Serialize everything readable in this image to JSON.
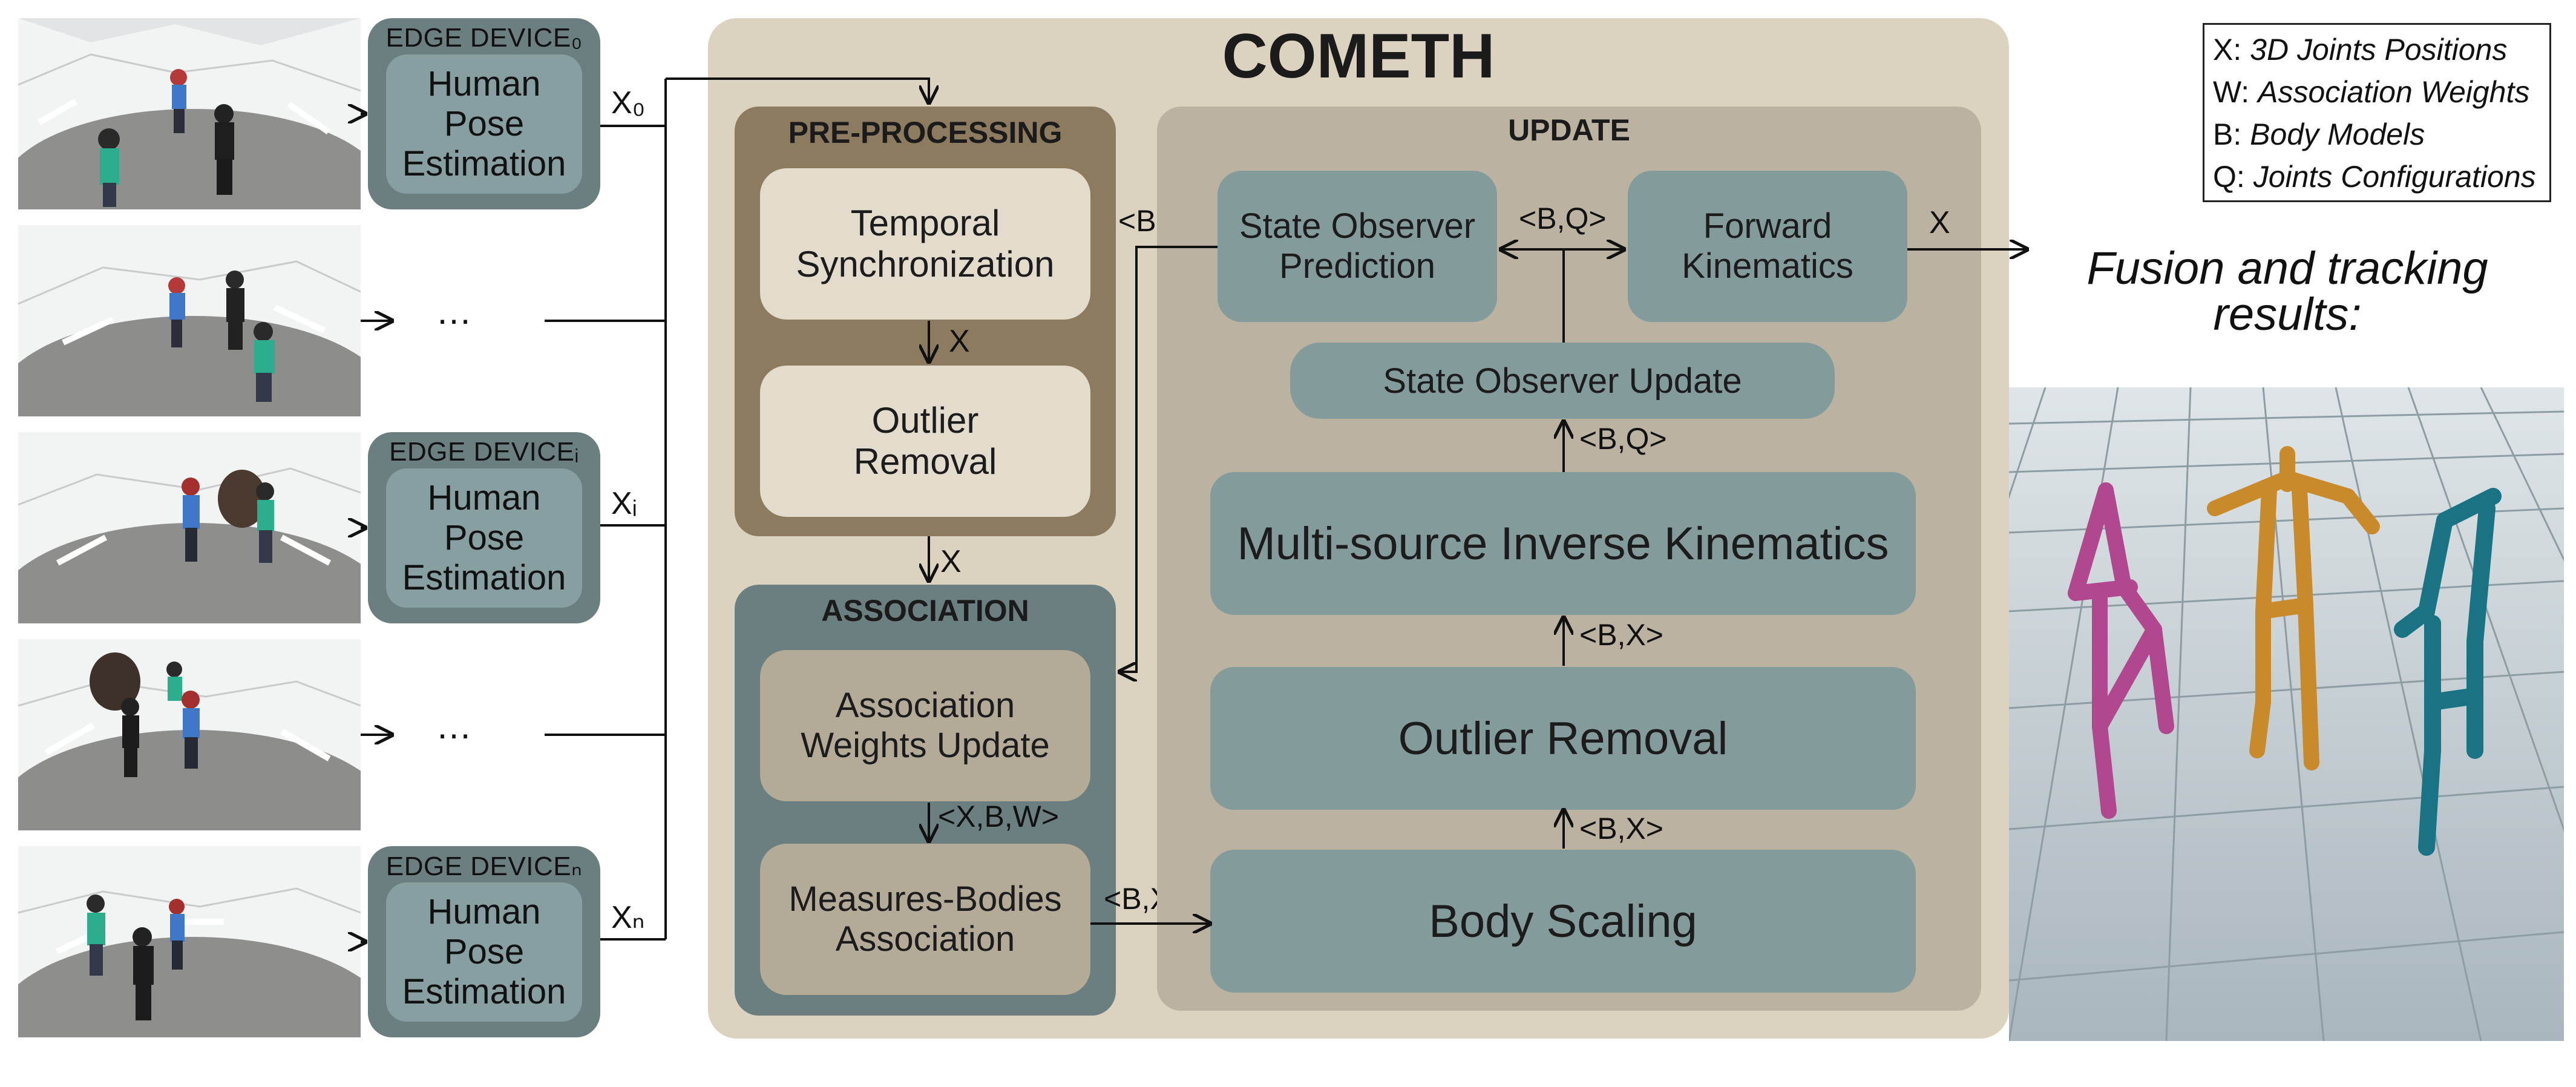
{
  "title": "COMETH",
  "cameras": [
    {
      "label": "EDGE DEVICE₀",
      "module": [
        "Human",
        "Pose",
        "Estimation"
      ],
      "output": "X₀"
    },
    {
      "placeholder": "…"
    },
    {
      "label": "EDGE DEVICEᵢ",
      "module": [
        "Human",
        "Pose",
        "Estimation"
      ],
      "output": "Xᵢ"
    },
    {
      "placeholder": "…"
    },
    {
      "label": "EDGE DEVICEₙ",
      "module": [
        "Human",
        "Pose",
        "Estimation"
      ],
      "output": "Xₙ"
    }
  ],
  "preprocessing": {
    "title": "PRE-PROCESSING",
    "box1": [
      "Temporal",
      "Synchronization"
    ],
    "arrow_label": "X",
    "box2": [
      "Outlier",
      "Removal"
    ]
  },
  "pre_to_assoc_label": "X",
  "association": {
    "title": "ASSOCIATION",
    "box1": [
      "Association",
      "Weights Update"
    ],
    "arrow_label": "<X,B,W>",
    "box2": [
      "Measures-Bodies",
      "Association"
    ]
  },
  "assoc_to_update_label": "<B,X>",
  "feedback_label": "<B,Q>",
  "update": {
    "title": "UPDATE",
    "prediction": [
      "State Observer",
      "Prediction"
    ],
    "forward_kinematics": [
      "Forward",
      "Kinematics"
    ],
    "pred_fk_label": "<B,Q>",
    "observer_update": "State Observer Update",
    "ik_to_update_label": "<B,Q>",
    "inverse_kinematics": "Multi-source Inverse Kinematics",
    "or_to_ik_label": "<B,X>",
    "outlier_removal": "Outlier Removal",
    "bs_to_or_label": "<B,X>",
    "body_scaling": "Body Scaling",
    "output_label": "X"
  },
  "legend": [
    {
      "key": "X:",
      "value": "3D Joints Positions"
    },
    {
      "key": "W:",
      "value": "Association Weights"
    },
    {
      "key": "B:",
      "value": "Body Models"
    },
    {
      "key": "Q:",
      "value": "Joints Configurations"
    }
  ],
  "results_caption": [
    "Fusion and tracking",
    "results:"
  ],
  "colors": {
    "cometh_bg": "#dcd2c0",
    "preprocessing_bg": "#8d7b60",
    "association_bg": "#6c7f80",
    "update_bg": "#bbb2a1",
    "teal_box": "#849b9c",
    "cream_box": "#e3dbcc",
    "skeleton_magenta": "#b1478f",
    "skeleton_orange": "#c98a2c",
    "skeleton_teal": "#1a7285"
  }
}
